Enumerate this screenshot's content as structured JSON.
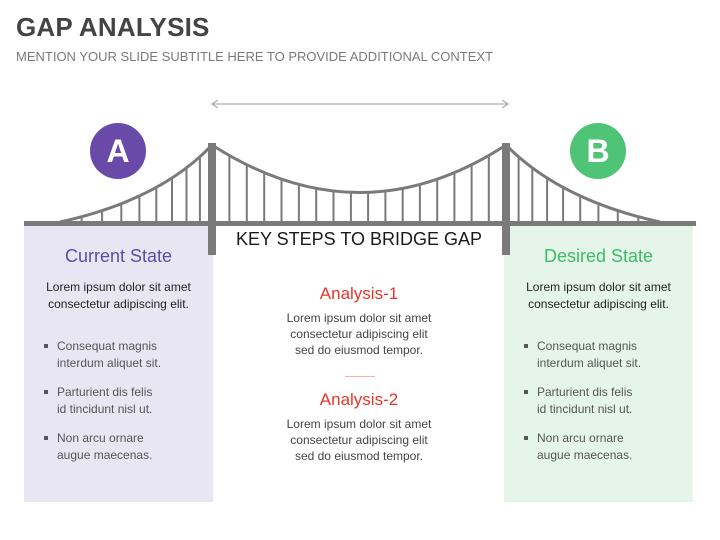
{
  "header": {
    "title": "GAP ANALYSIS",
    "subtitle": "MENTION YOUR SLIDE SUBTITLE HERE TO PROVIDE ADDITIONAL CONTEXT"
  },
  "markers": {
    "left_letter": "A",
    "right_letter": "B",
    "left_color": "#6a4aa8",
    "right_color": "#4fc477"
  },
  "center": {
    "heading": "KEY STEPS TO BRIDGE GAP",
    "analysis": [
      {
        "title": "Analysis-1",
        "lines": [
          "Lorem ipsum dolor sit amet",
          "consectetur adipiscing elit",
          "sed do eiusmod tempor."
        ]
      },
      {
        "title": "Analysis-2",
        "lines": [
          "Lorem ipsum dolor sit amet",
          "consectetur adipiscing elit",
          "sed do eiusmod tempor."
        ]
      }
    ],
    "accent_color": "#e8352b"
  },
  "current_state": {
    "heading": "Current State",
    "desc_lines": [
      "Lorem ipsum dolor sit amet",
      "consectetur adipiscing elit."
    ],
    "bullets": [
      [
        "Consequat magnis",
        "interdum aliquet sit."
      ],
      [
        "Parturient dis felis",
        "id tincidunt nisl ut."
      ],
      [
        "Non arcu ornare",
        "augue maecenas."
      ]
    ],
    "bg_color": "#e9e6f3"
  },
  "desired_state": {
    "heading": "Desired State",
    "desc_lines": [
      "Lorem ipsum dolor sit amet",
      "consectetur adipiscing elit."
    ],
    "bullets": [
      [
        "Consequat magnis",
        "interdum aliquet sit."
      ],
      [
        "Parturient dis felis",
        "id tincidunt nisl ut."
      ],
      [
        "Non arcu ornare",
        "augue maecenas."
      ]
    ],
    "bg_color": "#e6f5e9"
  },
  "bridge_color": "#7a7a7a"
}
